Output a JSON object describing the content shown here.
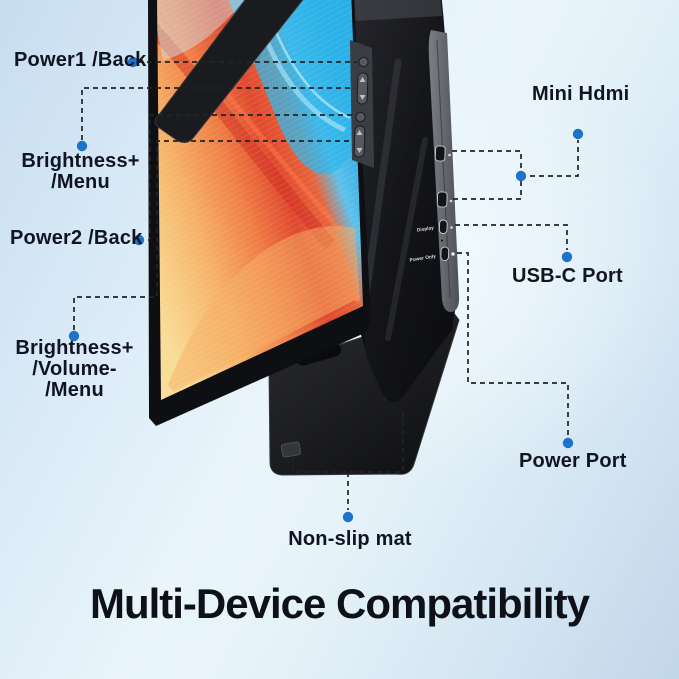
{
  "title": "Multi-Device Compatibility",
  "callouts": {
    "power1_back": {
      "label": "Power1 /Back"
    },
    "brightness_menu": {
      "line1": "Brightness+",
      "line2": "/Menu"
    },
    "power2_back": {
      "label": "Power2 /Back"
    },
    "brightness_volume_menu": {
      "line1": "Brightness+",
      "line2": "/Volume-",
      "line3": "/Menu"
    },
    "mini_hdmi": {
      "label": "Mini Hdmi"
    },
    "usbc_port": {
      "label": "USB-C Port"
    },
    "power_port": {
      "label": "Power Port"
    },
    "non_slip_mat": {
      "label": "Non-slip mat"
    }
  },
  "device": {
    "port_labels": {
      "display": "Display",
      "power_only": "Power Only"
    }
  },
  "colors": {
    "accent_dot": "#1c73cc",
    "connector_line": "#212326",
    "label_text": "#101521",
    "title_text": "#0e1118",
    "background_light": "#e9f4fb",
    "background_edge": "#c2d6e9",
    "screen_blue": "#24a9e5",
    "screen_red": "#e0492e",
    "screen_orange": "#f29a55",
    "screen_yellow": "#f8d98f",
    "device_black": "#121316"
  }
}
